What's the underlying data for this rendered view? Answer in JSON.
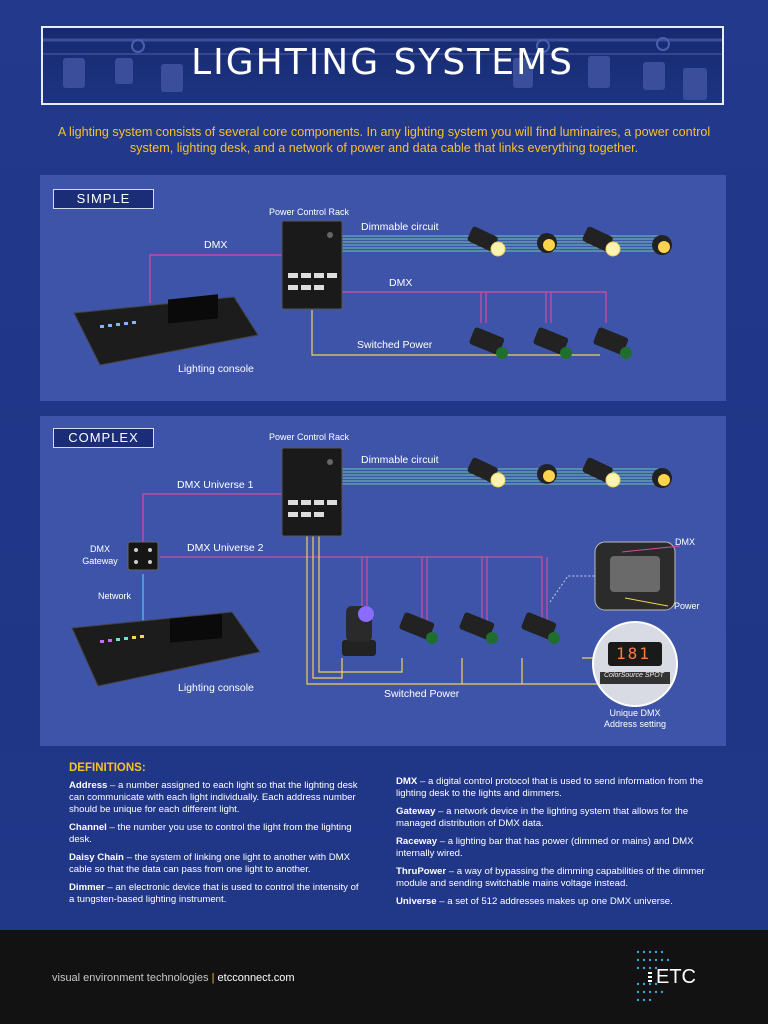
{
  "header": {
    "title": "LIGHTING SYSTEMS"
  },
  "intro": "A lighting system consists of several core components. In any lighting system you will find luminaires, a power control system, lighting desk, and a network of power and data cable that links everything together.",
  "simple": {
    "tag": "SIMPLE",
    "rack_label": "Power Control Rack",
    "dimmable_label": "Dimmable circuit",
    "dmx_left": "DMX",
    "dmx_right": "DMX",
    "switched_label": "Switched Power",
    "console_label": "Lighting console"
  },
  "complex": {
    "tag": "COMPLEX",
    "rack_label": "Power Control Rack",
    "dimmable_label": "Dimmable circuit",
    "universe1": "DMX Universe 1",
    "universe2": "DMX Universe 2",
    "gateway_label": "DMX\nGateway",
    "network_label": "Network",
    "console_label": "Lighting console",
    "switched_label": "Switched Power",
    "inset_dmx": "DMX",
    "inset_power": "Power",
    "inset_address_label": "Unique DMX\nAddress setting",
    "inset_display": "181",
    "inset_brand": "ColorSource SPOT"
  },
  "colors": {
    "accent": "#f6c22a",
    "dmx": "#d24ea0",
    "power": "#f2d15c",
    "network": "#4ab3e8",
    "dimmable": "#6fc3b0"
  },
  "definitions": {
    "heading": "DEFINITIONS:",
    "left": [
      {
        "term": "Address",
        "text": " – a number assigned to each light so that the lighting desk can communicate with each light individually. Each address number should be unique for each different light."
      },
      {
        "term": "Channel",
        "text": " – the number you use to control the light from the lighting desk."
      },
      {
        "term": "Daisy Chain",
        "text": " – the system of linking one light to another with DMX cable so that the data can pass from one light to another."
      },
      {
        "term": "Dimmer",
        "text": " – an electronic device that is used to control the intensity of a tungsten-based lighting instrument."
      }
    ],
    "right": [
      {
        "term": "DMX",
        "text": " – a digital control protocol that is used to send information from the lighting desk to the lights and dimmers."
      },
      {
        "term": "Gateway",
        "text": " – a network device in the lighting system that allows for the managed distribution of DMX data."
      },
      {
        "term": "Raceway",
        "text": " – a lighting bar that has power (dimmed or mains) and DMX internally wired."
      },
      {
        "term": "ThruPower",
        "text": " – a way of bypassing the dimming capabilities of the dimmer module and sending switchable mains voltage instead."
      },
      {
        "term": "Universe",
        "text": " – a set of 512 addresses makes up one DMX universe."
      }
    ]
  },
  "footer": {
    "tagline": "visual environment technologies",
    "separator": "|",
    "url": "etcconnect.com",
    "logo_text": "ETC"
  }
}
